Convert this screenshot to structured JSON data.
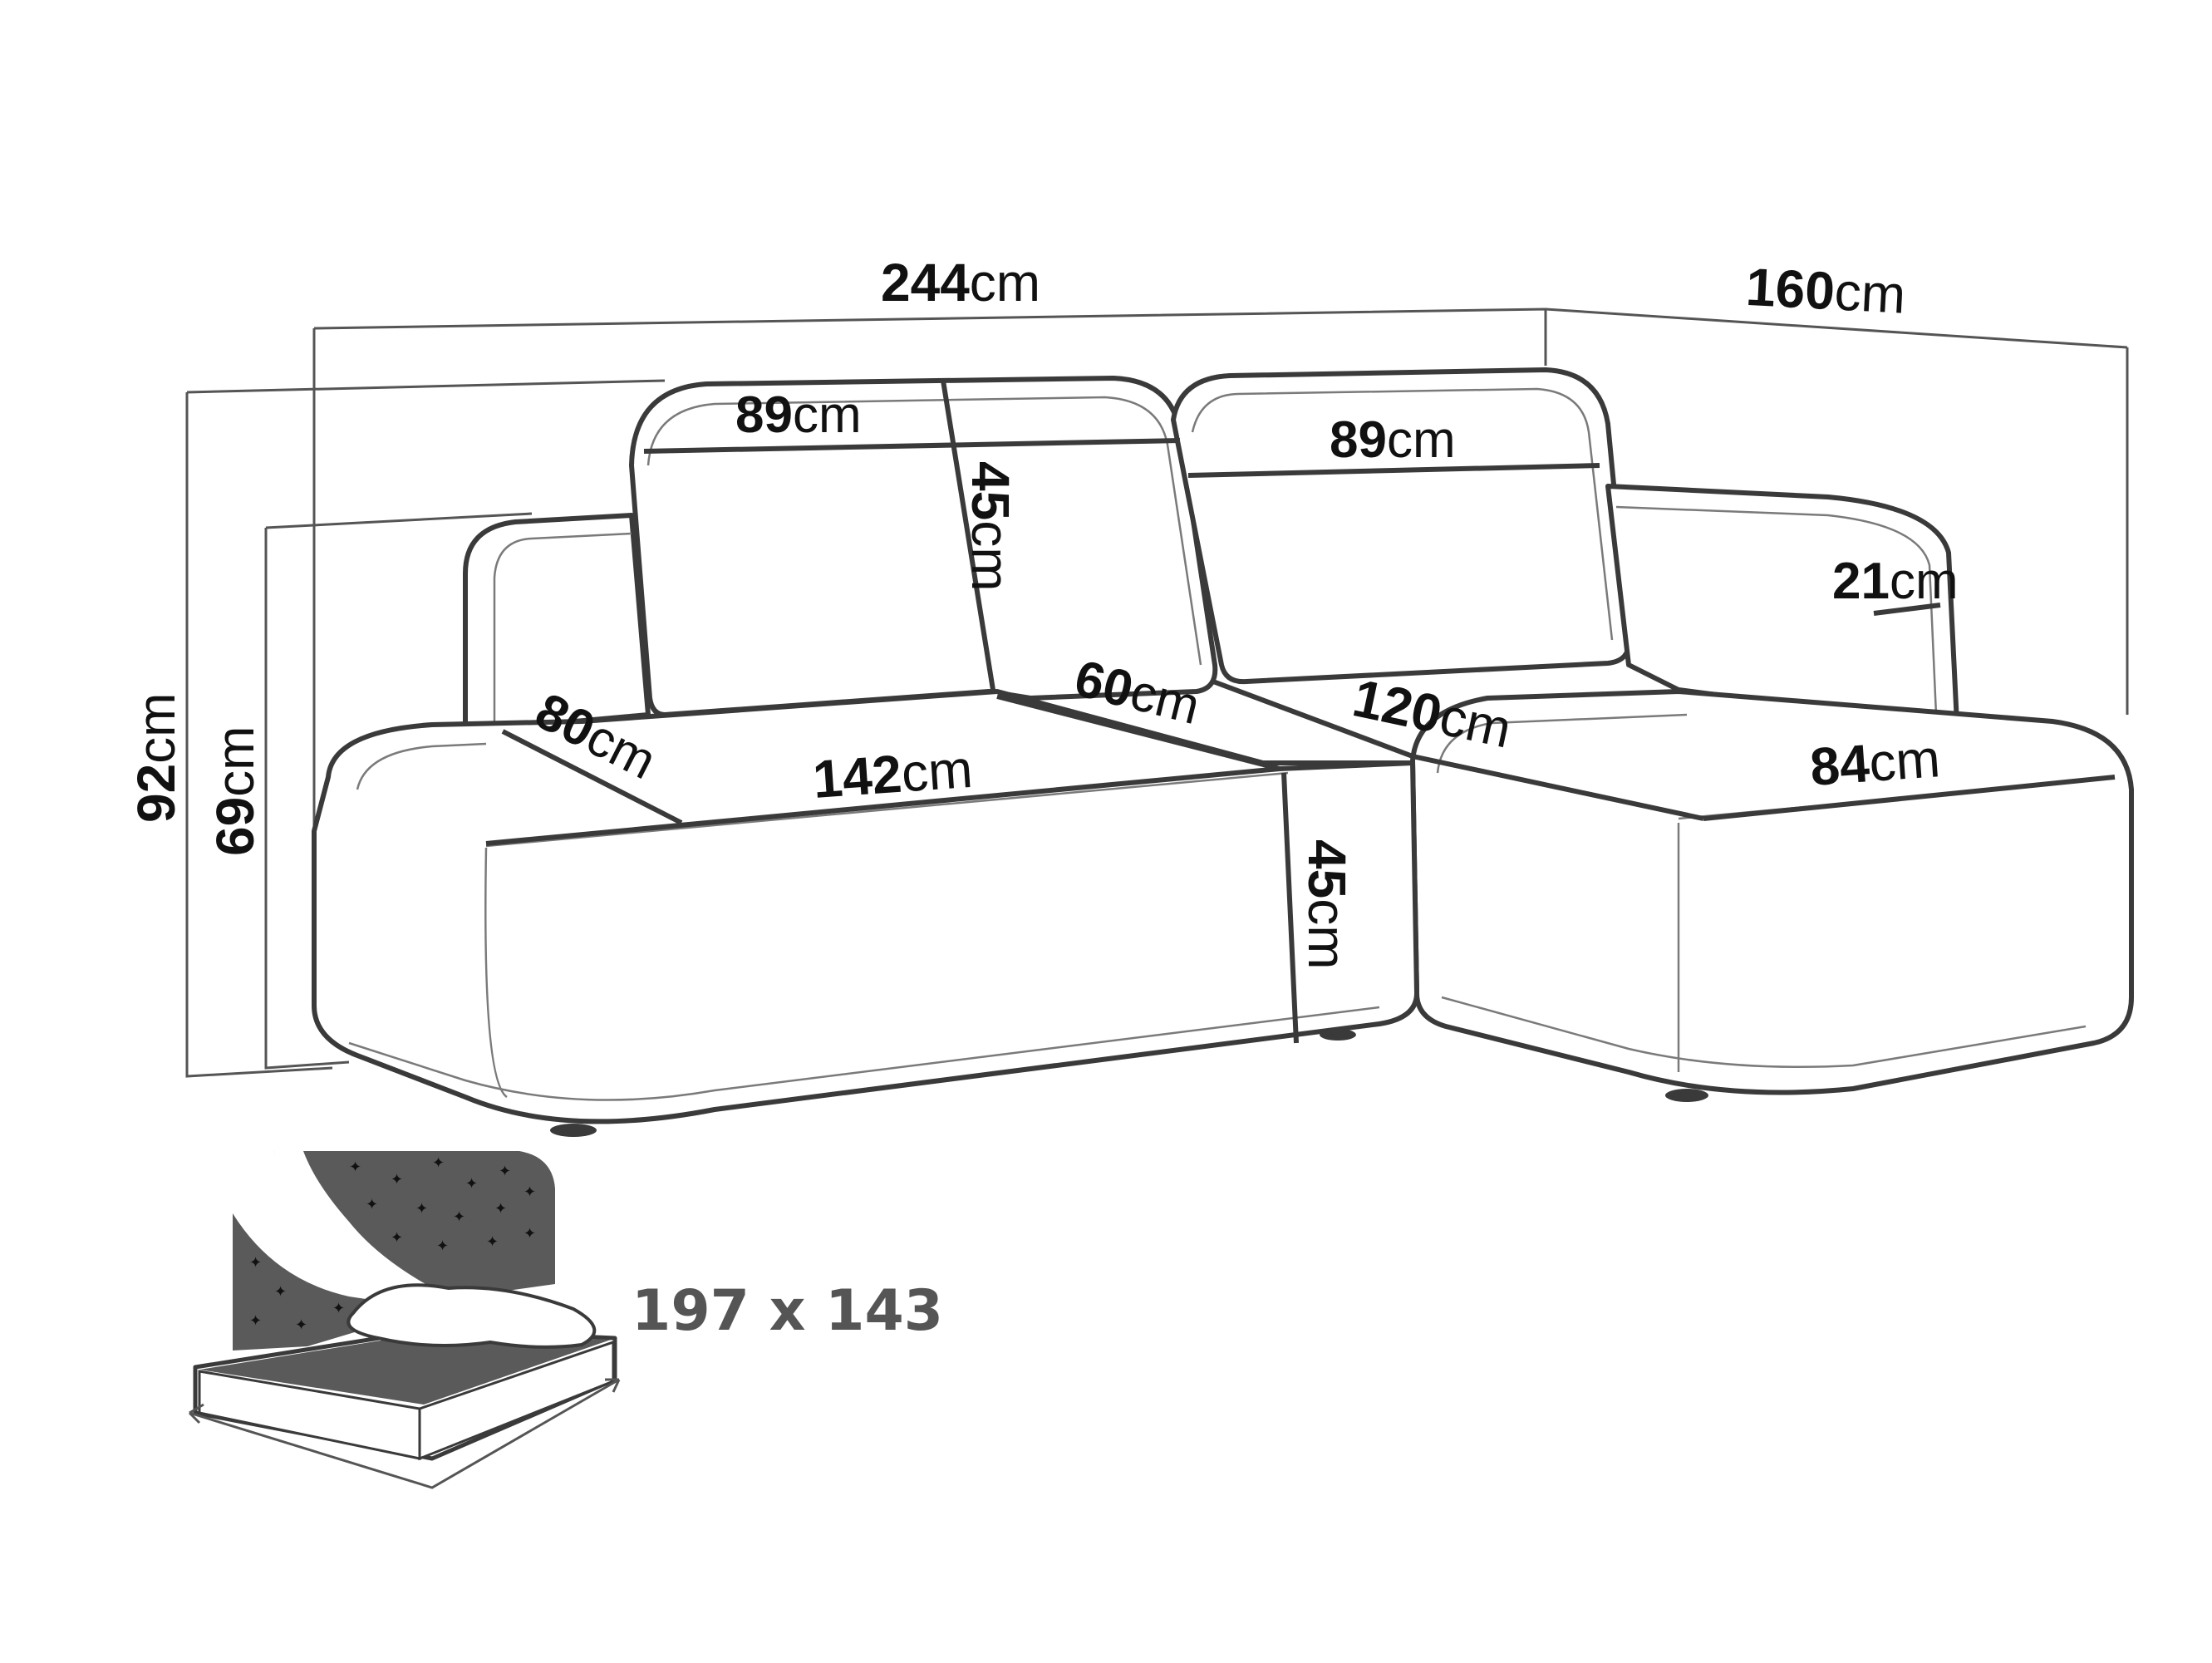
{
  "dimensions": {
    "total_width": {
      "value": "244",
      "unit": "cm"
    },
    "chaise_depth": {
      "value": "160",
      "unit": "cm"
    },
    "back_cushion_left_width": {
      "value": "89",
      "unit": "cm"
    },
    "back_cushion_right_width": {
      "value": "89",
      "unit": "cm"
    },
    "back_cushion_height": {
      "value": "45",
      "unit": "cm"
    },
    "armrest_width": {
      "value": "21",
      "unit": "cm"
    },
    "seat_depth": {
      "value": "80",
      "unit": "cm"
    },
    "seat_width": {
      "value": "142",
      "unit": "cm"
    },
    "seat_section_depth": {
      "value": "60",
      "unit": "cm"
    },
    "chaise_length": {
      "value": "120",
      "unit": "cm"
    },
    "chaise_width": {
      "value": "84",
      "unit": "cm"
    },
    "seat_height": {
      "value": "45",
      "unit": "cm"
    },
    "total_height": {
      "value": "92",
      "unit": "cm"
    },
    "armrest_height": {
      "value": "69",
      "unit": "cm"
    }
  },
  "bed_size_label": "197 x 143",
  "icons": {
    "sofa": "corner-sofa-line-drawing-icon",
    "bed": "sleeping-bed-with-stars-icon"
  },
  "colors": {
    "outline": "#3a3a3a",
    "bed_fill": "#5a5a5a",
    "label_gray": "#555555"
  }
}
